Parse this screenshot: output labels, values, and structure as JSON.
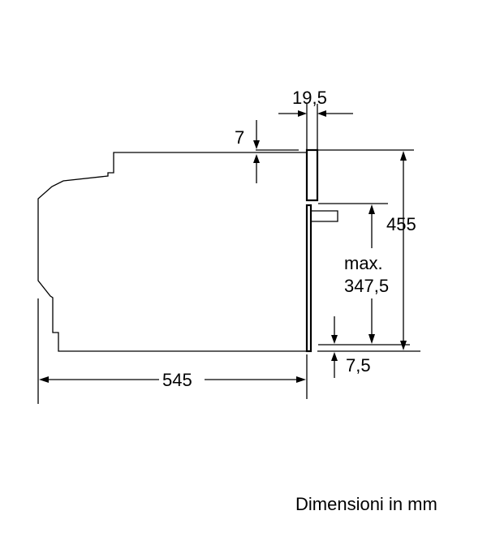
{
  "dimensions": {
    "door_thickness": "19,5",
    "top_gap": "7",
    "height": "455",
    "cavity_height_line1": "max.",
    "cavity_height_line2": "347,5",
    "bottom_gap": "7,5",
    "depth": "545"
  },
  "footer": "Dimensioni in mm"
}
